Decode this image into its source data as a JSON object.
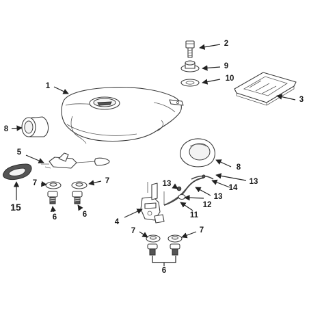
{
  "callouts": {
    "c1": "1",
    "c2": "2",
    "c3": "3",
    "c4": "4",
    "c5": "5",
    "c6a": "6",
    "c6b": "6",
    "c6c": "6",
    "c7a": "7",
    "c7b": "7",
    "c7c": "7",
    "c7d": "7",
    "c8a": "8",
    "c8b": "8",
    "c9": "9",
    "c10": "10",
    "c11": "11",
    "c12": "12",
    "c13a": "13",
    "c13b": "13",
    "c13c": "13",
    "c14": "14",
    "c15": "15"
  },
  "colors": {
    "line": "#3a3a3a",
    "leader": "#222222",
    "background": "#ffffff"
  }
}
